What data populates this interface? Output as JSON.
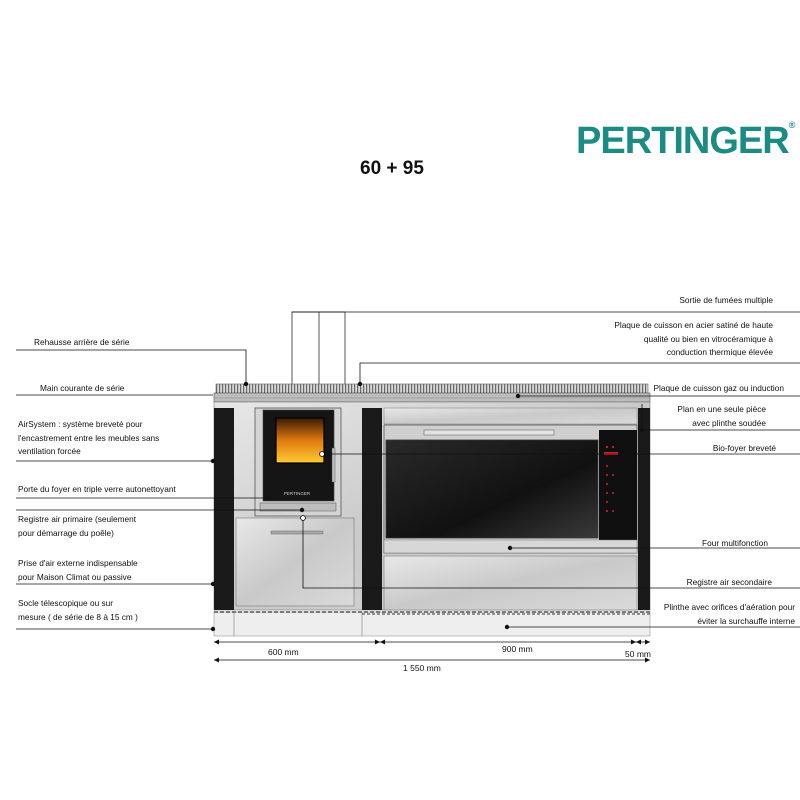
{
  "brand": {
    "logo": "PERTINGER"
  },
  "model": "60 + 95",
  "stove_badge": "PERTINGER",
  "colors": {
    "brand_teal": "#1b8c84",
    "steel": "#cfcfcf",
    "black_panel": "#1a1a1a"
  },
  "labels_left": [
    "Rehausse arrière de série",
    "Main courante de série",
    "AirSystem : système breveté pour\nl'encastrement entre les meubles sans\nventilation forcée",
    "Porte du foyer en triple verre autonettoyant",
    "Registre air primaire (seulement\npour démarrage du poêle)",
    "Prise d'air externe indispensable\npour Maison Climat ou passive",
    "Socle télescopique ou sur\nmesure ( de série de 8 à 15 cm )"
  ],
  "labels_right": [
    "Sortie de fumées multiple",
    "Plaque de cuisson en acier satiné de haute\nqualité ou bien en vitrocéramique à\nconduction thermique élevée",
    "Plaque de cuisson gaz ou induction",
    "Plan en une seule pièce\navec plinthe soudée",
    "Bio-foyer breveté",
    "Four multifonction",
    "Registre air secondaire",
    "Plinthe avec orifices d'aération pour\néviter la surchauffe interne"
  ],
  "dimensions": {
    "left_section": "600 mm",
    "right_section": "900 mm",
    "end_panel": "50 mm",
    "total": "1 550 mm"
  }
}
